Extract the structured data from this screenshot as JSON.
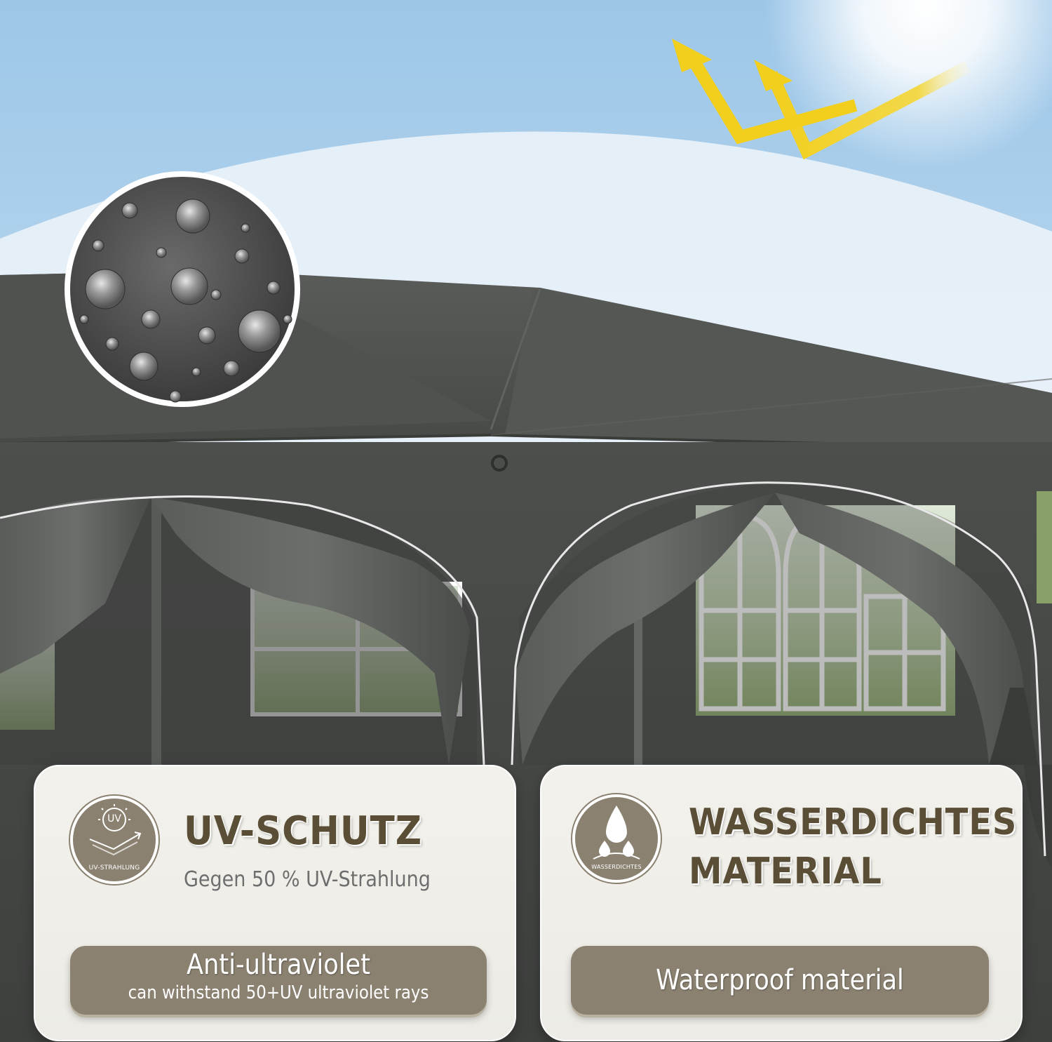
{
  "uv_card": {
    "badge_abbrev": "UV",
    "badge_caption": "UV-STRAHLUNG",
    "title": "UV-SCHUTZ",
    "subtitle": "Gegen 50 % UV-Strahlung",
    "pill_main": "Anti-ultraviolet",
    "pill_sub": "can withstand 50+UV ultraviolet rays"
  },
  "water_card": {
    "badge_caption": "WASSERDICHTES",
    "title_line1": "WASSERDICHTES",
    "title_line2": "MATERIAL",
    "pill_main": "Waterproof material"
  },
  "colors": {
    "accent": "#8a8170",
    "title_text": "#5a4f36",
    "tent_fabric": "#4b4d4b",
    "sun_arrow": "#f2cf1d"
  }
}
